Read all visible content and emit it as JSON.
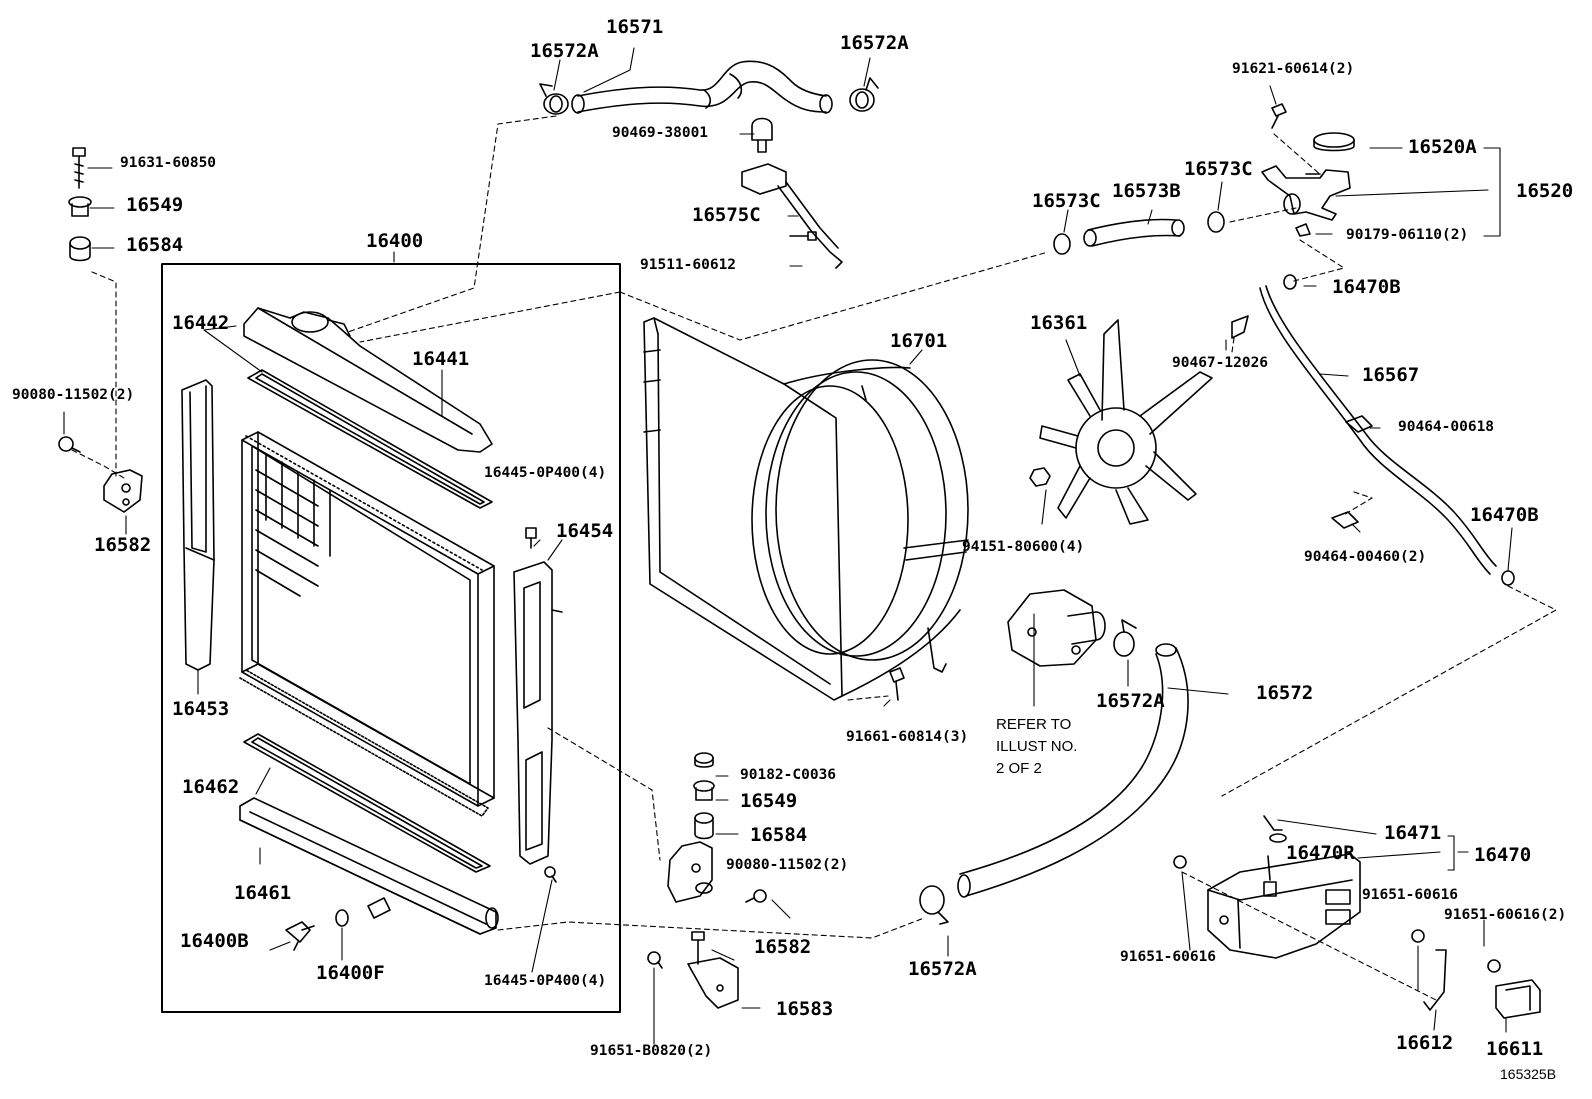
{
  "diagram": {
    "figure_id": "165325B",
    "note_lines": [
      "REFER TO",
      "ILLUST NO.",
      "2 OF 2"
    ],
    "labels": {
      "p16571": "16571",
      "p16572A_top_left": "16572A",
      "p16572A_top_right": "16572A",
      "p90469": "90469-38001",
      "p16575C": "16575C",
      "p91511": "91511-60612",
      "p91631": "91631-60850",
      "p16549_top": "16549",
      "p16584_top": "16584",
      "p16400": "16400",
      "p16442": "16442",
      "p16441": "16441",
      "p90080_left": "90080-11502(2)",
      "p16582_left": "16582",
      "p16445_upper": "16445-0P400(4)",
      "p16454": "16454",
      "p16453": "16453",
      "p16462": "16462",
      "p16461": "16461",
      "p16400B": "16400B",
      "p16400F": "16400F",
      "p16445_lower": "16445-0P400(4)",
      "p90182": "90182-C0036",
      "p16549_mid": "16549",
      "p16584_mid": "16584",
      "p90080_mid": "90080-11502(2)",
      "p16582_mid": "16582",
      "p16583": "16583",
      "p91651_B0820": "91651-B0820(2)",
      "p16701": "16701",
      "p91661": "91661-60814(3)",
      "p16361": "16361",
      "p94151": "94151-80600(4)",
      "p16572A_mid": "16572A",
      "p16572": "16572",
      "p16572A_bottom": "16572A",
      "p91621": "91621-60614(2)",
      "p16520A": "16520A",
      "p16520": "16520",
      "p90179": "90179-06110(2)",
      "p16573C_left": "16573C",
      "p16573B": "16573B",
      "p16573C_right": "16573C",
      "p16470B_top": "16470B",
      "p90467": "90467-12026",
      "p16567": "16567",
      "p90464_00618": "90464-00618",
      "p90464_00460": "90464-00460(2)",
      "p16470B_right": "16470B",
      "p16471": "16471",
      "p16470R": "16470R",
      "p16470": "16470",
      "p91651_60616_a": "91651-60616",
      "p91651_60616_left": "91651-60616",
      "p91651_60616_b": "91651-60616(2)",
      "p16612": "16612",
      "p16611": "16611"
    }
  }
}
